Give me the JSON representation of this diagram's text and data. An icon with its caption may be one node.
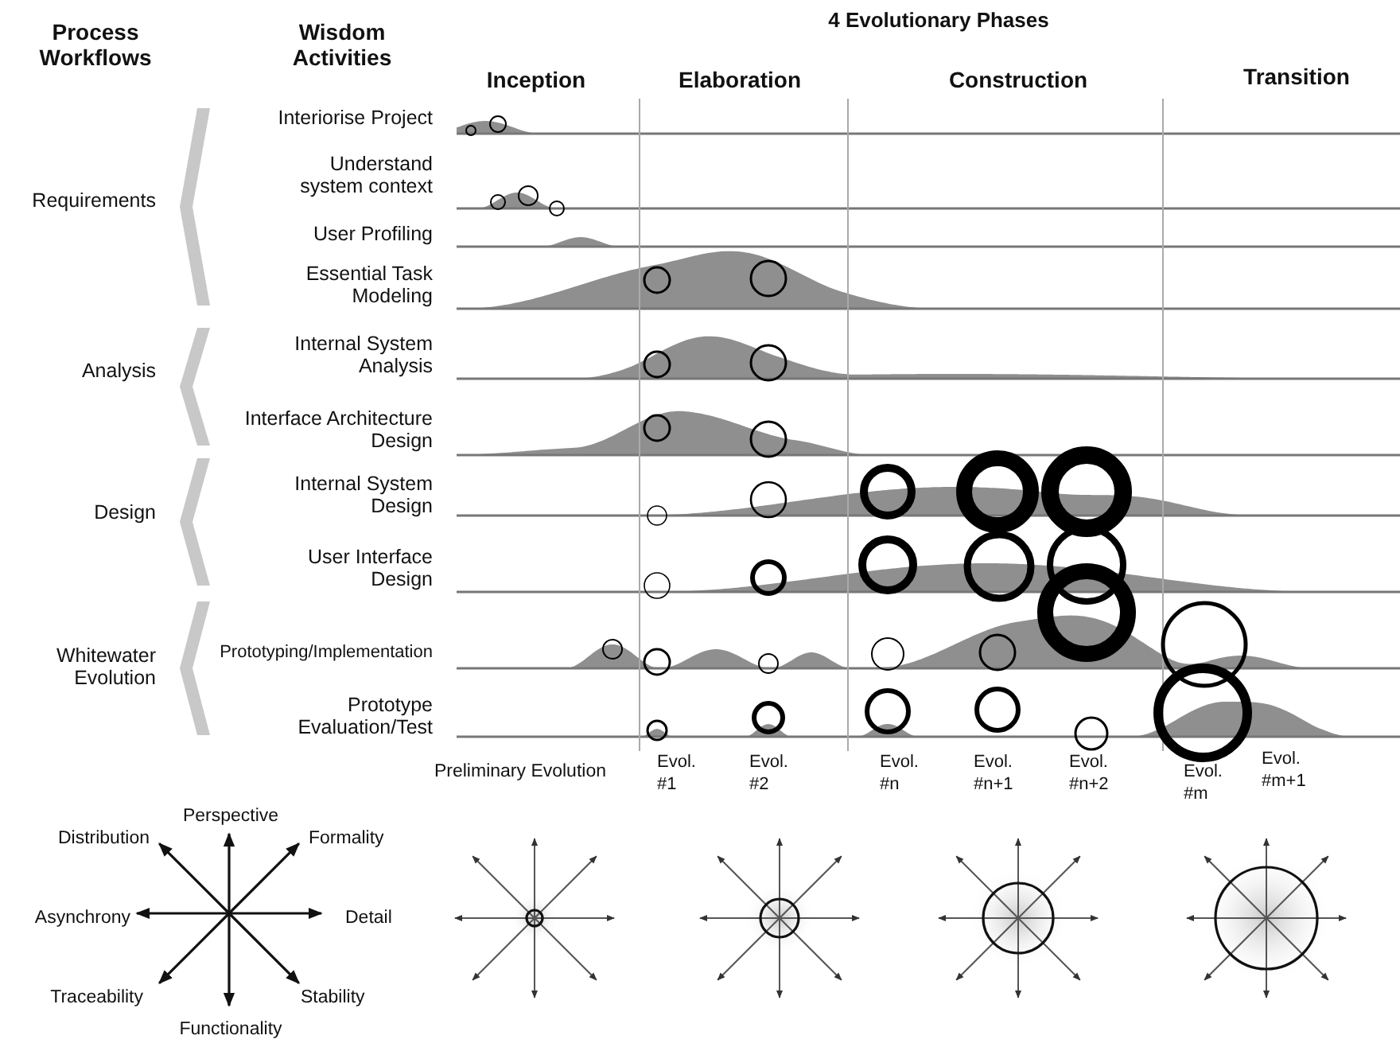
{
  "diagram": {
    "title": "4 Evolutionary Phases",
    "labels": [
      "Process Workflows",
      "Wisdom Activities",
      "Inception",
      "Elaboration",
      "Construction",
      "Transition",
      "Requirements",
      "Analysis",
      "Design",
      "Whitewater Evolution",
      "Interiorise Project",
      "Understand system context",
      "User Profiling",
      "Essential Task Modeling",
      "Internal System Analysis",
      "Interface Architecture Design",
      "Internal System Design",
      "User Interface Design",
      "Prototyping/Implementation",
      "Prototype Evaluation/Test",
      "Preliminary Evolution",
      "Evol. #1",
      "Evol. #2",
      "Evol. #n",
      "Evol. #n+1",
      "Evol. #n+2",
      "Evol. #m",
      "Evol. #m+1",
      "Perspective",
      "Distribution",
      "Formality",
      "Asynchrony",
      "Detail",
      "Traceability",
      "Stability",
      "Functionality"
    ]
  }
}
